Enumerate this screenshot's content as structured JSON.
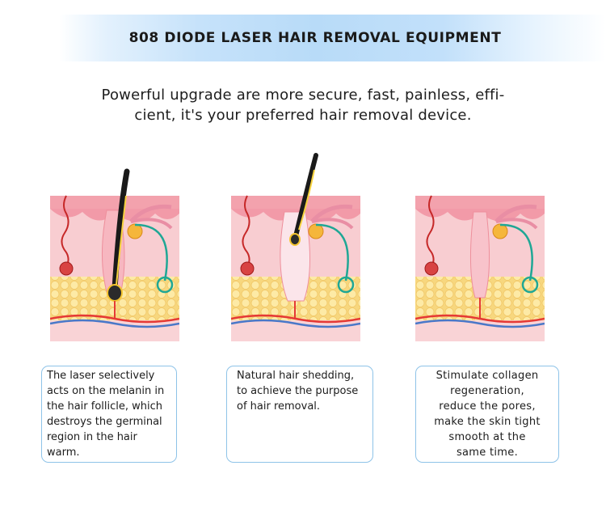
{
  "header": {
    "title": "808 DIODE LASER HAIR REMOVAL EQUIPMENT"
  },
  "intro": {
    "line1": "Powerful upgrade are more secure, fast, painless, effi-",
    "line2": "cient, it's your preferred hair removal device."
  },
  "panels": [
    {
      "illustration": "skin-cross-section-hair-with-laser-targeted-follicle",
      "caption_lines": [
        "The laser selectively",
        "acts on the melanin in",
        "the hair follicle, which",
        "destroys the germinal",
        "region in the hair",
        "warm."
      ]
    },
    {
      "illustration": "skin-cross-section-hair-shedding",
      "caption_lines": [
        "Natural hair shedding,",
        "to achieve the purpose",
        "of hair removal."
      ]
    },
    {
      "illustration": "skin-cross-section-empty-follicle",
      "caption_lines": [
        "Stimulate collagen",
        "regeneration,",
        "reduce the pores,",
        "make the skin tight",
        "smooth at the",
        "same time."
      ]
    }
  ],
  "colors": {
    "banner_blue": "#b8dbf8",
    "caption_border": "#8ec3e8",
    "skin_pink": "#f6c1c6",
    "fat_yellow": "#fbe59b",
    "follicle_pink": "#f4a6b2"
  }
}
